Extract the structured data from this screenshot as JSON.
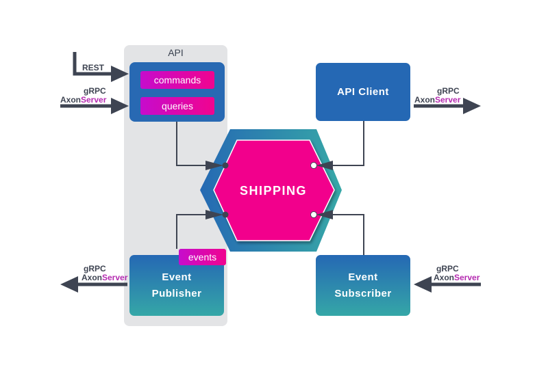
{
  "api_panel": {
    "title": "API"
  },
  "api_box": {
    "tags": [
      {
        "label": "commands"
      },
      {
        "label": "queries"
      }
    ]
  },
  "core": {
    "label": "SHIPPING"
  },
  "api_client": {
    "label": "API Client"
  },
  "event_publisher": {
    "line1": "Event",
    "line2": "Publisher",
    "tag": "events"
  },
  "event_subscriber": {
    "line1": "Event",
    "line2": "Subscriber"
  },
  "protocols": {
    "rest": "REST",
    "grpc": "gRPC",
    "axon_prefix": "Axon",
    "axon_suffix": "Server"
  },
  "colors": {
    "core_pink": "#f2048c",
    "blue": "#2569b3",
    "teal": "#37a8a7",
    "magenta_text": "#b42ab0",
    "arrow_dark": "#3e4452",
    "panel_gray": "#e3e4e6"
  }
}
